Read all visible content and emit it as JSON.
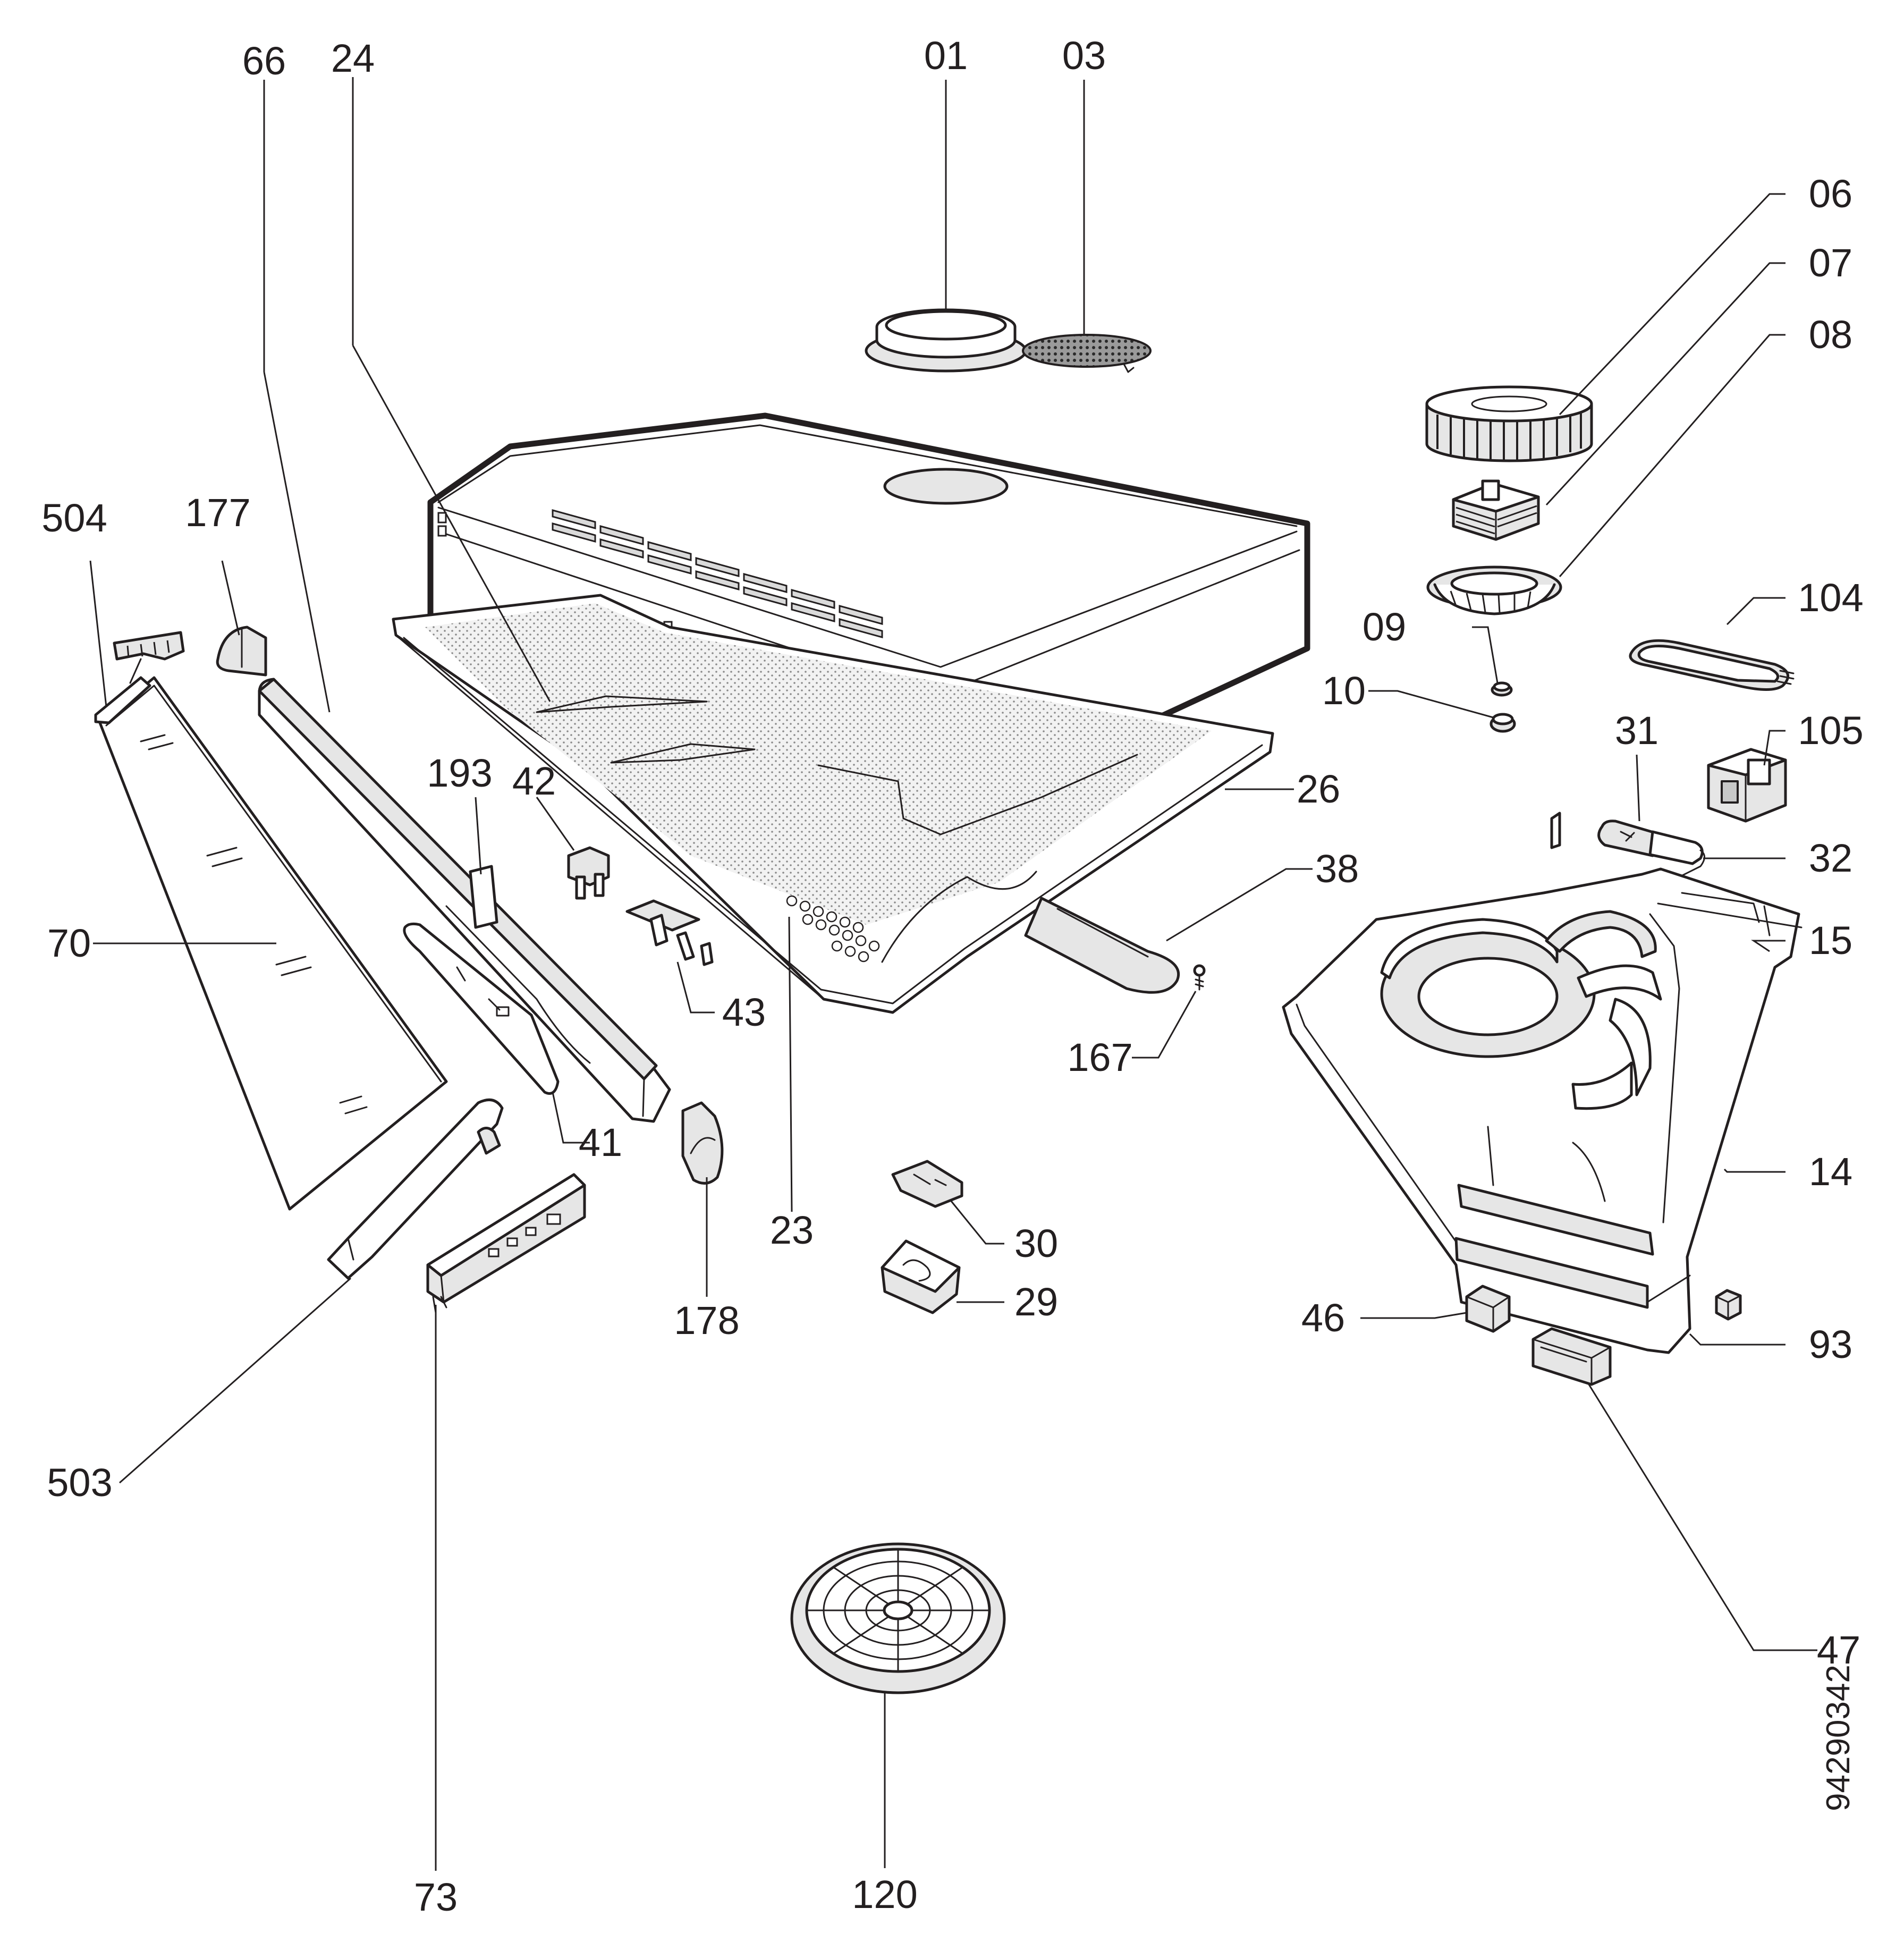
{
  "diagram": {
    "callouts": [
      {
        "id": "66",
        "label": "66"
      },
      {
        "id": "24",
        "label": "24"
      },
      {
        "id": "01",
        "label": "01"
      },
      {
        "id": "03",
        "label": "03"
      },
      {
        "id": "06",
        "label": "06"
      },
      {
        "id": "07",
        "label": "07"
      },
      {
        "id": "08",
        "label": "08"
      },
      {
        "id": "504",
        "label": "504"
      },
      {
        "id": "177",
        "label": "177"
      },
      {
        "id": "09",
        "label": "09"
      },
      {
        "id": "104",
        "label": "104"
      },
      {
        "id": "10",
        "label": "10"
      },
      {
        "id": "31",
        "label": "31"
      },
      {
        "id": "105",
        "label": "105"
      },
      {
        "id": "193",
        "label": "193"
      },
      {
        "id": "42",
        "label": "42"
      },
      {
        "id": "26",
        "label": "26"
      },
      {
        "id": "38",
        "label": "38"
      },
      {
        "id": "32",
        "label": "32"
      },
      {
        "id": "70",
        "label": "70"
      },
      {
        "id": "15",
        "label": "15"
      },
      {
        "id": "43",
        "label": "43"
      },
      {
        "id": "167",
        "label": "167"
      },
      {
        "id": "41",
        "label": "41"
      },
      {
        "id": "14",
        "label": "14"
      },
      {
        "id": "23",
        "label": "23"
      },
      {
        "id": "30",
        "label": "30"
      },
      {
        "id": "29",
        "label": "29"
      },
      {
        "id": "46",
        "label": "46"
      },
      {
        "id": "178",
        "label": "178"
      },
      {
        "id": "93",
        "label": "93"
      },
      {
        "id": "503",
        "label": "503"
      },
      {
        "id": "47",
        "label": "47"
      },
      {
        "id": "73",
        "label": "73"
      },
      {
        "id": "120",
        "label": "120"
      }
    ],
    "document_number": "94290342"
  }
}
